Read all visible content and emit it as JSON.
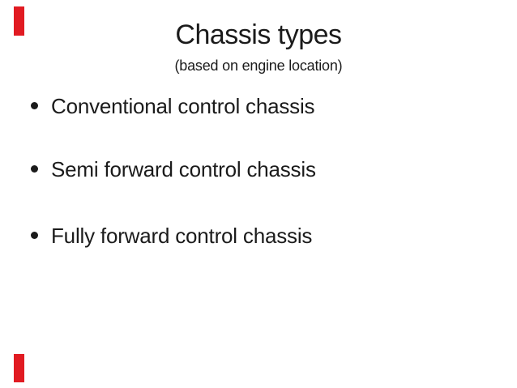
{
  "slide": {
    "title": "Chassis types",
    "subtitle": "(based on engine location)",
    "bullets": [
      "Conventional control chassis",
      "Semi forward control chassis",
      "Fully forward control chassis"
    ],
    "colors": {
      "background": "#ffffff",
      "text": "#1b1b1b",
      "corner_marker_red": "#e11b22"
    }
  }
}
